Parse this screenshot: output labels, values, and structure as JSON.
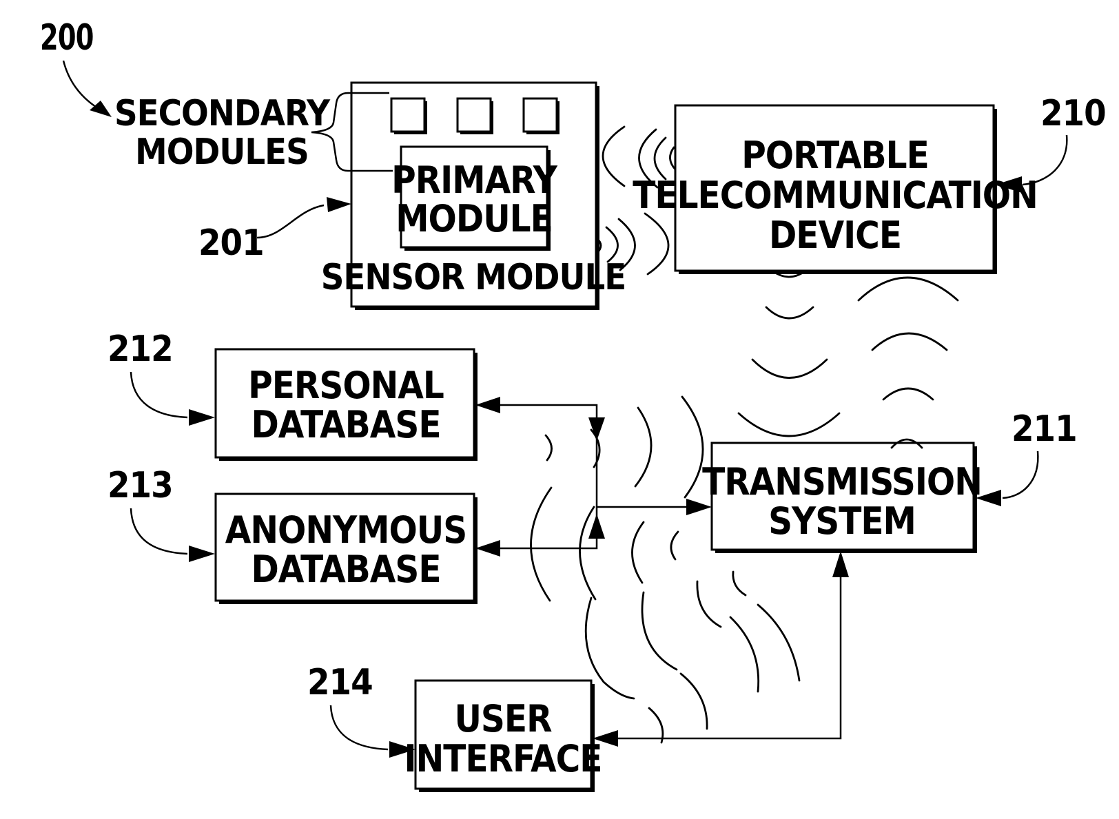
{
  "figure": {
    "number": "200"
  },
  "sensor_module": {
    "ref": "201",
    "label": "SENSOR MODULE",
    "secondary_label": [
      "SECONDARY",
      "MODULES"
    ],
    "primary_label": [
      "PRIMARY",
      "MODULE"
    ]
  },
  "portable_device": {
    "ref": "210",
    "label": [
      "PORTABLE",
      "TELECOMMUNICATION",
      "DEVICE"
    ]
  },
  "transmission_system": {
    "ref": "211",
    "label": [
      "TRANSMISSION",
      "SYSTEM"
    ]
  },
  "personal_database": {
    "ref": "212",
    "label": [
      "PERSONAL",
      "DATABASE"
    ]
  },
  "anonymous_database": {
    "ref": "213",
    "label": [
      "ANONYMOUS",
      "DATABASE"
    ]
  },
  "user_interface": {
    "ref": "214",
    "label": [
      "USER",
      "INTERFACE"
    ]
  }
}
